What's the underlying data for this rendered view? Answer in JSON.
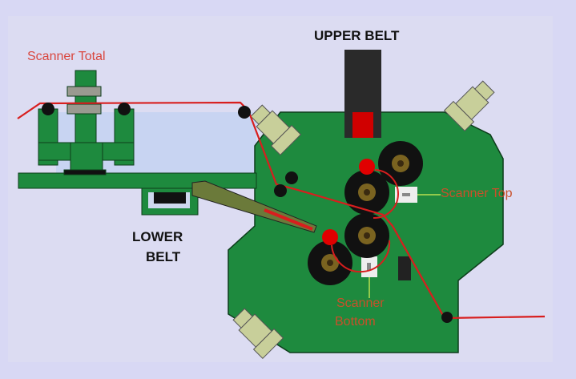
{
  "labels": {
    "scanner_total": "Scanner Total",
    "upper_belt": "UPPER BELT",
    "lower_belt_line1": "LOWER",
    "lower_belt_line2": "BELT",
    "scanner_top": "Scanner Top",
    "scanner_bottom_line1": "Scanner",
    "scanner_bottom_line2": "Bottom"
  },
  "colors": {
    "body": "#1e8a3e",
    "belt": "#d81e1e",
    "roller": "#111111",
    "bolt": "#c8cf9a",
    "background": "#d8d8f4"
  }
}
